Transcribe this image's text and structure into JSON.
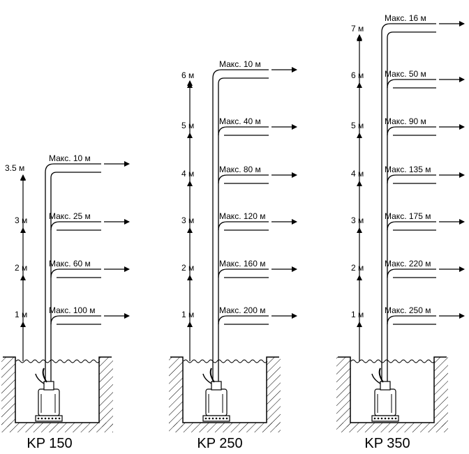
{
  "unit": "м",
  "max_prefix": "Макс.",
  "pumps": [
    {
      "name": "KP 150",
      "heights": [
        "1 м",
        "2 м",
        "3 м",
        "3.5 м"
      ],
      "flows": [
        "Макс. 100 м",
        "Макс. 60 м",
        "Макс. 25 м",
        "Макс. 10 м"
      ]
    },
    {
      "name": "KP 250",
      "heights": [
        "1 м",
        "2 м",
        "3 м",
        "4 м",
        "5 м",
        "6 м"
      ],
      "flows": [
        "Макс. 200 м",
        "Макс. 160 м",
        "Макс. 120 м",
        "Макс. 80 м",
        "Макс. 40 м",
        "Макс. 10 м"
      ]
    },
    {
      "name": "KP 350",
      "heights": [
        "1 м",
        "2 м",
        "3 м",
        "4 м",
        "5 м",
        "6 м",
        "7 м"
      ],
      "flows": [
        "Макс. 250 м",
        "Макс. 220 м",
        "Макс. 175 м",
        "Макс. 135 м",
        "Макс. 90 м",
        "Макс. 50 м",
        "Макс. 16 м"
      ]
    }
  ]
}
